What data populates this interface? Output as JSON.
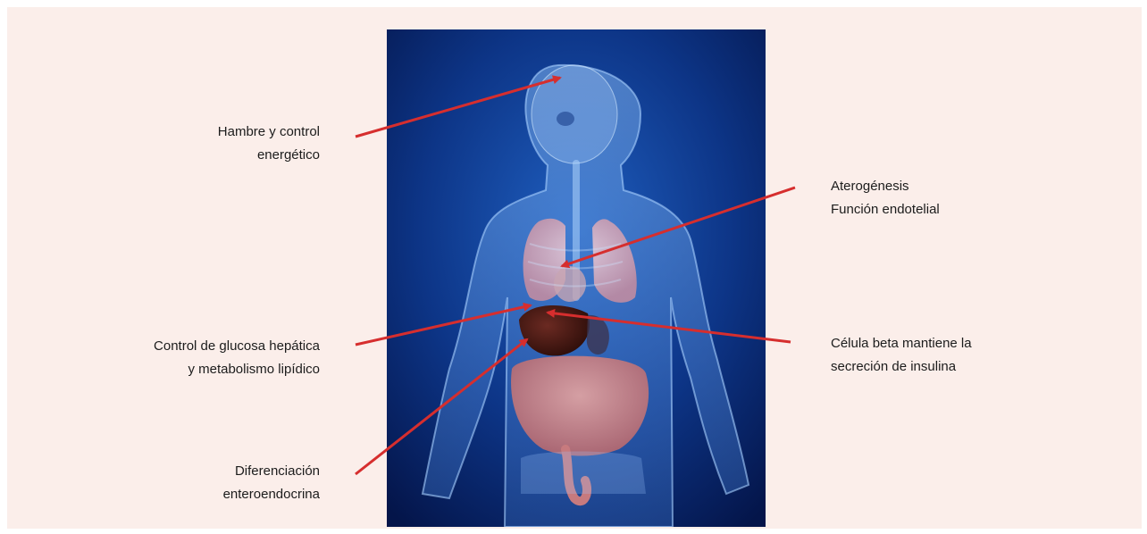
{
  "labels": {
    "hunger": {
      "line1": "Hambre y control",
      "line2": "energético"
    },
    "atherogenesis": {
      "line1": "Aterogénesis",
      "line2": "Función endotelial"
    },
    "liver": {
      "line1": "Control de glucosa hepática",
      "line2": "y metabolismo lipídico"
    },
    "beta_cell": {
      "line1": "Célula beta mantiene la",
      "line2": "secreción de insulina"
    },
    "entero": {
      "line1": "Diferenciación",
      "line2": "enteroendocrina"
    }
  },
  "colors": {
    "panel_background": "#fbeeea",
    "arrow": "#d62e2e",
    "image_background": "#0a2a6e"
  }
}
